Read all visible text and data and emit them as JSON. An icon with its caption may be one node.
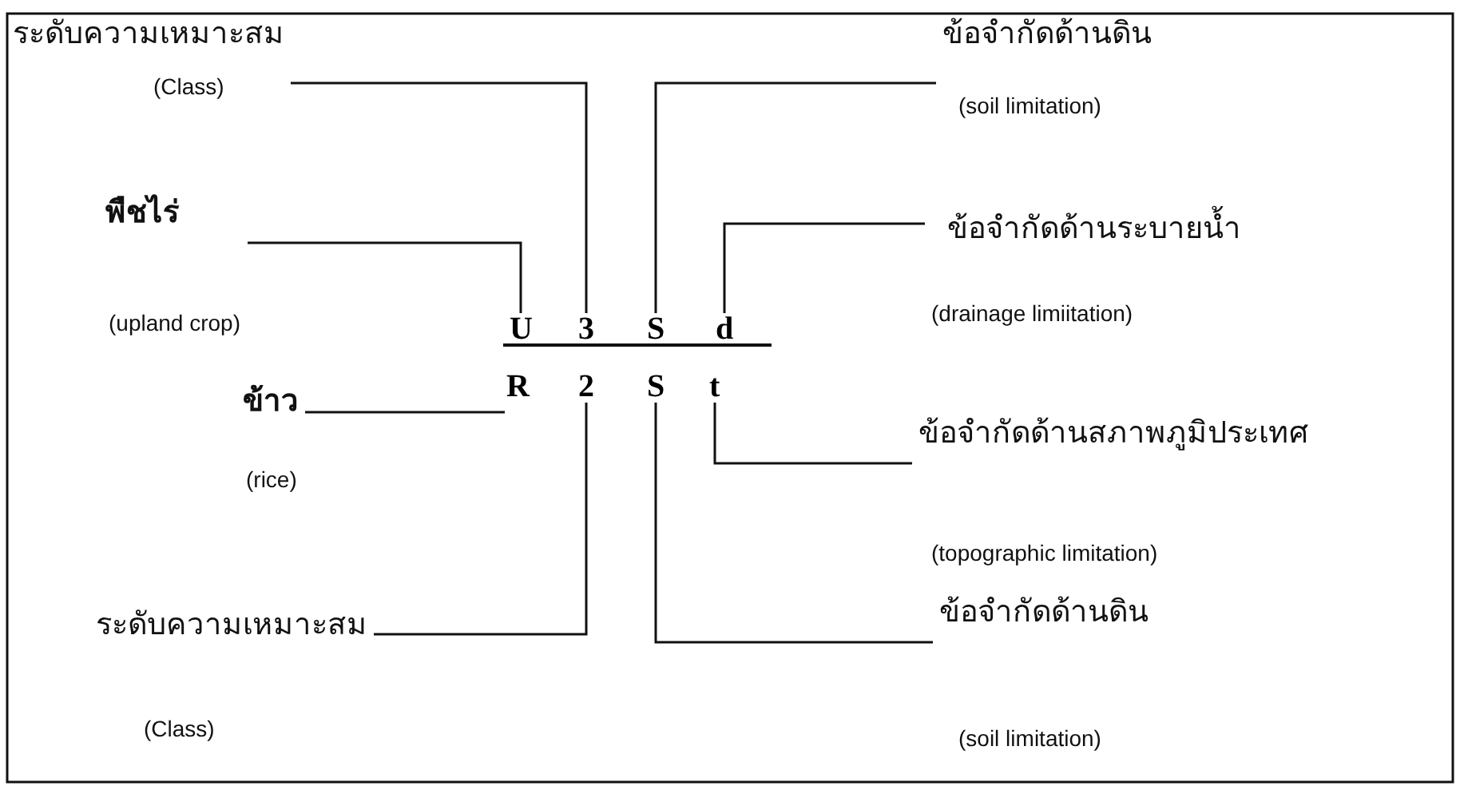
{
  "diagram": {
    "nodes": [
      {
        "text": [
          "ระดับความเหมาะสม",
          "(Class)"
        ]
      },
      {
        "text": [
          "พืชไร่",
          "(upland crop)"
        ]
      },
      {
        "text": [
          "ข้อจำกัดด้านดิน",
          "(soil limitation)"
        ]
      },
      {
        "text": [
          "ข้อจำกัดด้านระบายน้ำ",
          "(drainage limiitation)"
        ]
      },
      {
        "text": [
          "ข้าว",
          "(rice)"
        ]
      },
      {
        "text": [
          "ระดับความเหมาะสม",
          "(Class)"
        ]
      },
      {
        "text": [
          "ข้อจำกัดด้านสภาพภูมิประเทศ",
          "(topographic limitation)"
        ]
      },
      {
        "text": [
          "ข้อจำกัดด้านดิน",
          "(soil limitation)"
        ]
      },
      {
        "text": [
          "U"
        ]
      },
      {
        "text": [
          "3"
        ]
      },
      {
        "text": [
          "S"
        ]
      },
      {
        "text": [
          "d"
        ]
      },
      {
        "text": [
          "R"
        ]
      },
      {
        "text": [
          "2"
        ]
      },
      {
        "text": [
          "S"
        ]
      },
      {
        "text": [
          "t"
        ]
      }
    ],
    "edges": [
      {
        "from": 0,
        "to": 9,
        "arrow": "none"
      },
      {
        "from": 1,
        "to": 8,
        "arrow": "none"
      },
      {
        "from": 2,
        "to": 10,
        "arrow": "none"
      },
      {
        "from": 3,
        "to": 11,
        "arrow": "none"
      },
      {
        "from": 4,
        "to": 12,
        "arrow": "none"
      },
      {
        "from": 5,
        "to": 13,
        "arrow": "none"
      },
      {
        "from": 6,
        "to": 15,
        "arrow": "none"
      },
      {
        "from": 7,
        "to": 14,
        "arrow": "none"
      }
    ]
  }
}
